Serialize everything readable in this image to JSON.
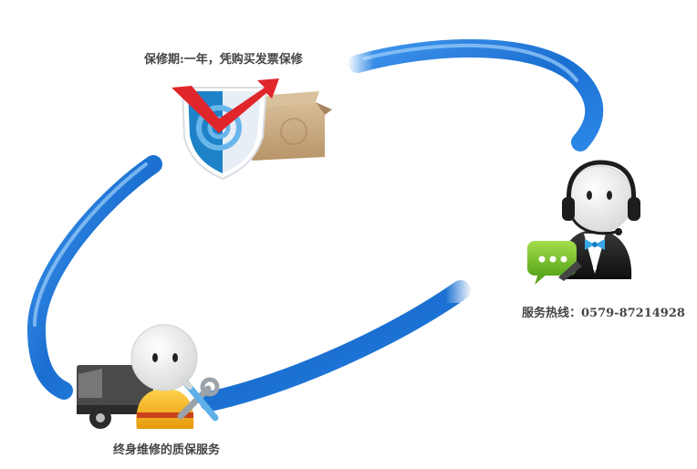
{
  "labels": {
    "warranty": "保修期:一年，凭购买发票保修",
    "hotline": "服务热线：0579-87214928",
    "lifetime": "终身维修的质保服务"
  },
  "colors": {
    "ring_blue": "#1a74d6",
    "ring_light": "#8cc4f5",
    "shield_red": "#e0262b",
    "shield_blue": "#1e82c8",
    "box_tan": "#c9a982",
    "chat_green": "#7bbf2a",
    "figure_dark": "#1d1d1d",
    "figure_yellow": "#f3b51b",
    "truck_gray": "#4a4a4a"
  },
  "icons": [
    "service-ring",
    "warranty-shield-icon",
    "cardboard-box-icon",
    "headset-agent-icon",
    "chat-bubble-icon",
    "repair-truck-icon",
    "repairman-icon",
    "wrench-icon"
  ]
}
